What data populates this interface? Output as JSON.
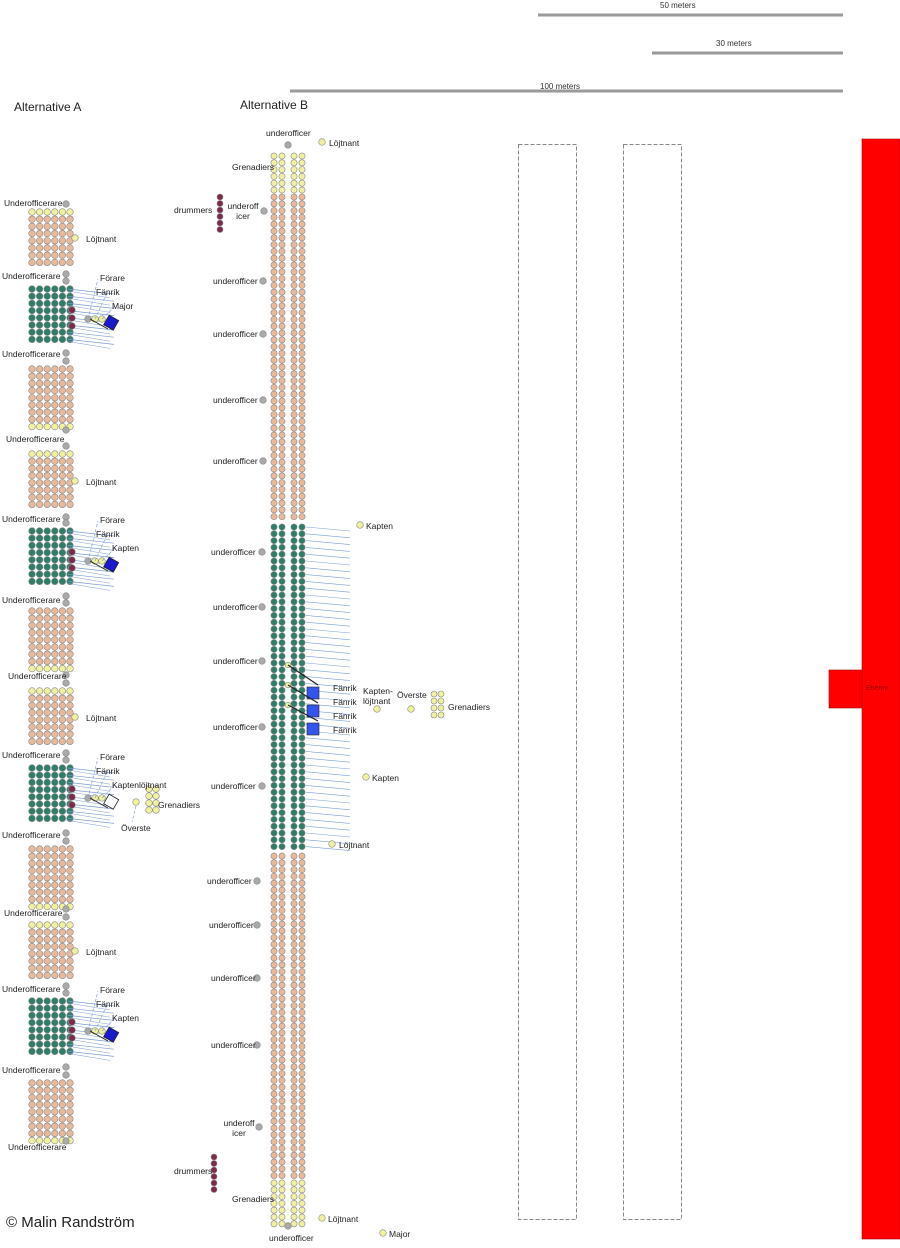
{
  "scale_bars": [
    {
      "label": "50 meters",
      "meters": 50
    },
    {
      "label": "30 meters",
      "meters": 30
    },
    {
      "label": "100 meters",
      "meters": 100
    }
  ],
  "titles": {
    "alt_a": "Alternative A",
    "alt_b": "Alternative B"
  },
  "credit": "© Malin Randström",
  "enemy": {
    "label": "Enemy",
    "color": "#ff0000"
  },
  "colors": {
    "musketeer": "#e8b99a",
    "pikeman": "#2e7d68",
    "grenadier": "#f0f0a0",
    "officer": "#f0f0a0",
    "underofficer": "#aaaaaa",
    "drummer": "#7a2a4a",
    "flag": "#1a1acc",
    "pike_line": "#7a9fd6"
  },
  "alt_a": {
    "labels": {
      "underofficer": "Underofficerare",
      "lieutenant": "Löjtnant",
      "forare": "Förare",
      "fanrik": "Fänrik",
      "major": "Major",
      "kapten": "Kapten",
      "kaptenlojtnant": "Kaptenlöjtnant",
      "overste": "Överste",
      "grenadiers": "Grenadiers"
    },
    "companies": [
      {
        "commander": "Major"
      },
      {
        "commander": "Kapten"
      },
      {
        "commander": "Kaptenlöjtnant"
      },
      {
        "commander": "Kapten"
      }
    ]
  },
  "alt_b": {
    "labels": {
      "underofficer": "underofficer",
      "underofficer_split": "underoff icer",
      "lieutenant": "Löjtnant",
      "drummers": "drummers",
      "grenadiers": "Grenadiers",
      "kapten": "Kapten",
      "fanrik": "Fänrik",
      "kaptenlojtnant": "Kapten-löjtnant",
      "overste": "Överste",
      "major": "Major"
    }
  }
}
